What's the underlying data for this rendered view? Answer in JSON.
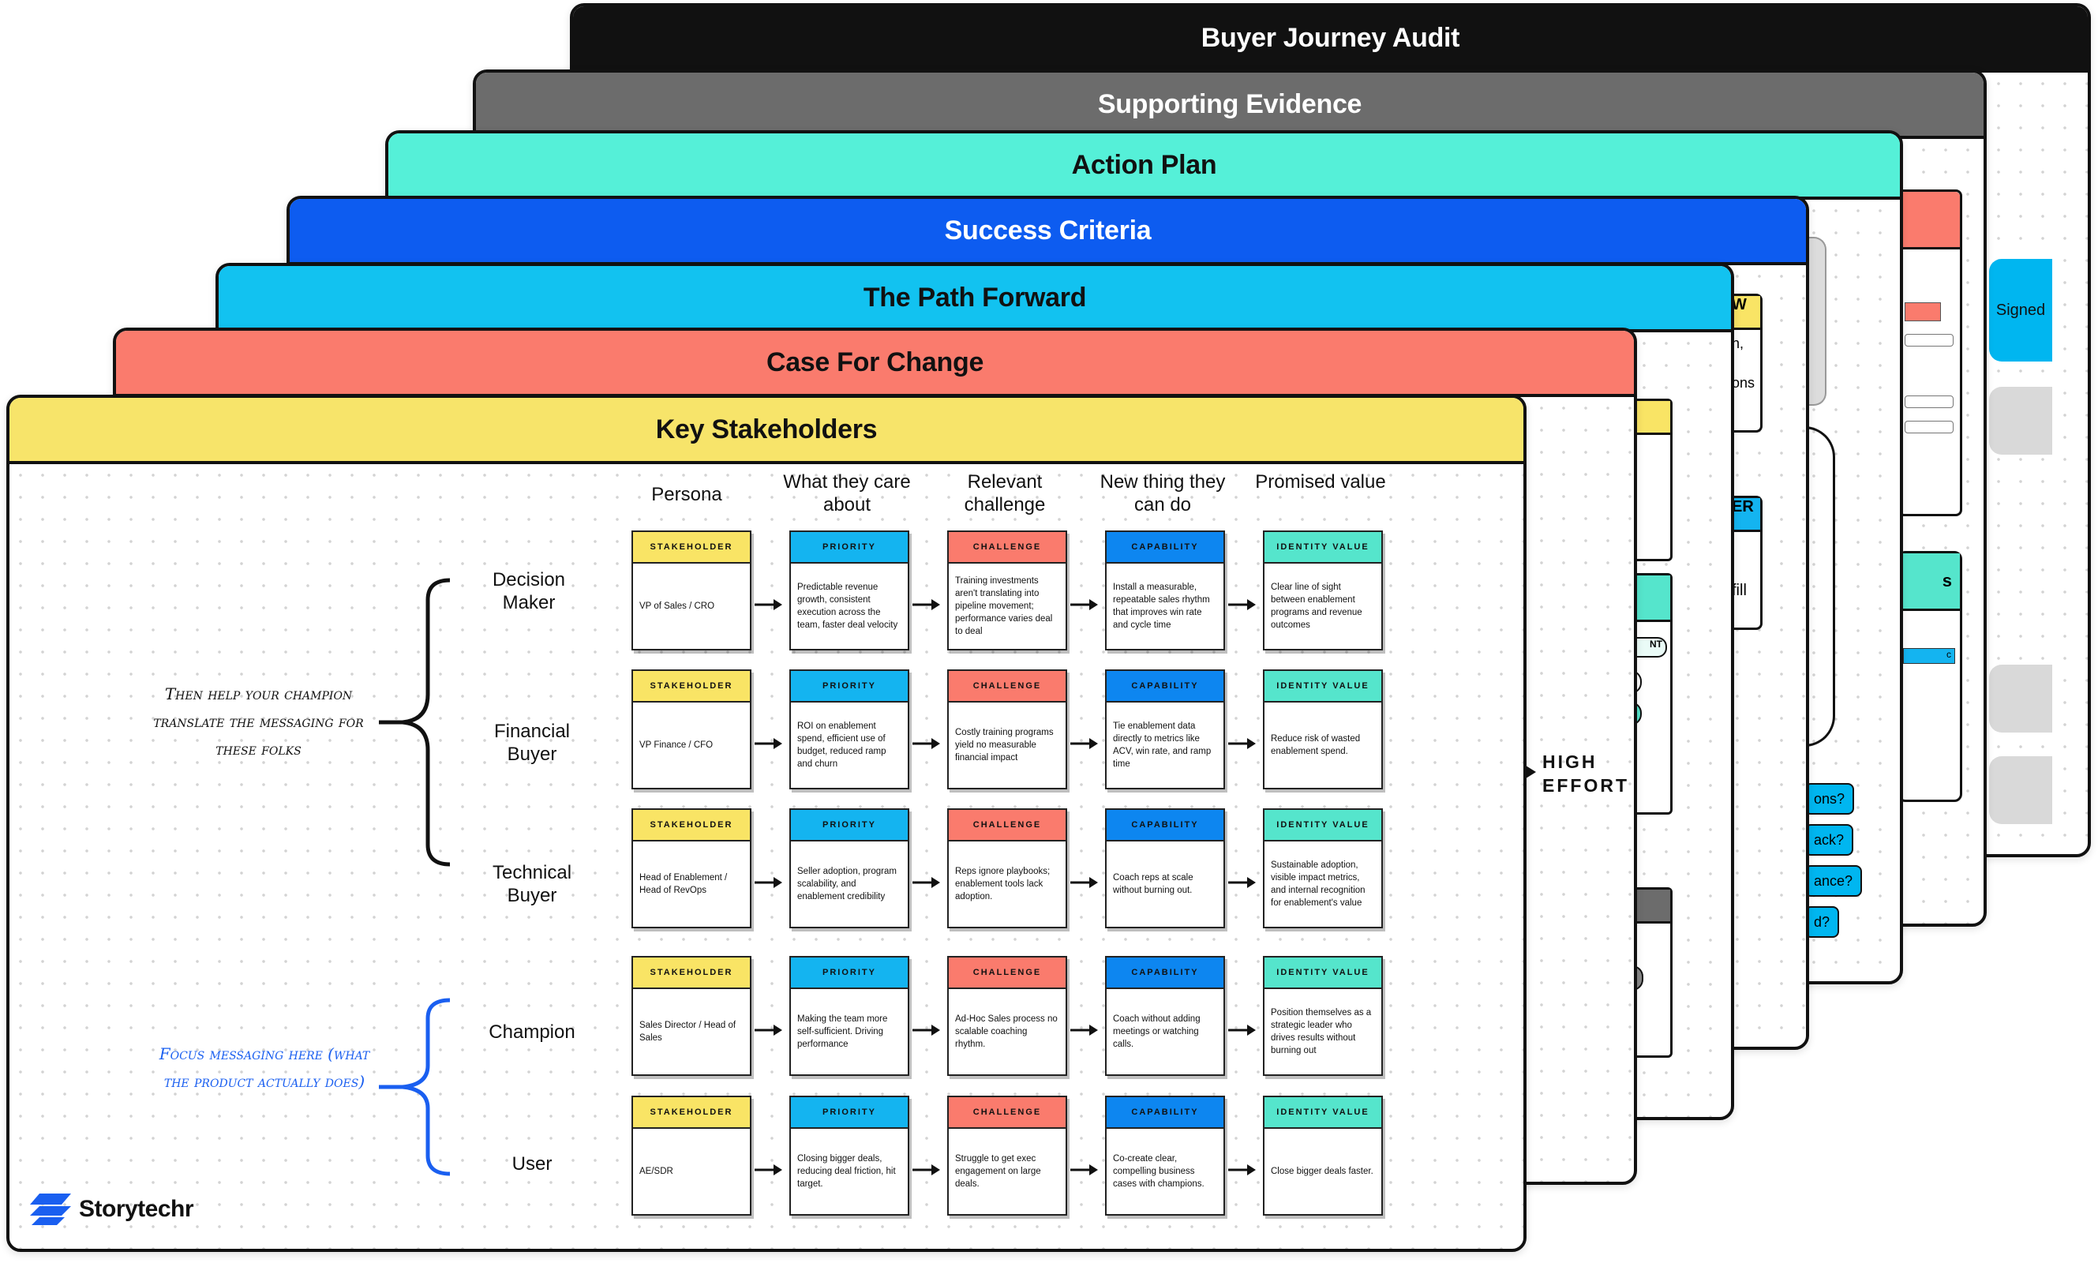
{
  "cards": {
    "buyer_journey": {
      "title": "Buyer Journey Audit",
      "color": "#111111",
      "text_color": "#ffffff"
    },
    "supporting_evidence": {
      "title": "Supporting Evidence",
      "color": "#6c6c6c",
      "text_color": "#ffffff"
    },
    "action_plan": {
      "title": "Action Plan",
      "color": "#55f0d8",
      "text_color": "#111111"
    },
    "success_criteria": {
      "title": "Success Criteria",
      "color": "#0d5cf0",
      "text_color": "#ffffff"
    },
    "path_forward": {
      "title": "The Path Forward",
      "color": "#12c2f0",
      "text_color": "#111111"
    },
    "case_for_change": {
      "title": "Case For Change",
      "color": "#fa7b6d",
      "text_color": "#111111"
    },
    "key_stakeholders": {
      "title": "Key Stakeholders",
      "color": "#f7e46a",
      "text_color": "#111111"
    }
  },
  "peek": {
    "signed": "Signed",
    "ons": "ons",
    "n": "n,",
    "w": "W",
    "er": "ER",
    "fill": "fill",
    "nt": "NT",
    "s": "s",
    "c": "c",
    "q1": "ons?",
    "q2": "ack?",
    "q3": "ance?",
    "q4": "d?"
  },
  "columns": [
    "Persona",
    "What they care about",
    "Relevant challenge",
    "New thing they can do",
    "Promised value"
  ],
  "tags": {
    "stakeholder": "STAKEHOLDER",
    "priority": "PRIORITY",
    "challenge": "CHALLENGE",
    "capability": "CAPABILITY",
    "identity": "IDENTITY VALUE"
  },
  "rows": [
    {
      "persona": "Decision Maker",
      "stakeholder": "VP of Sales / CRO",
      "priority": "Predictable revenue growth, consistent execution across the team, faster deal velocity",
      "challenge": "Training investments aren't translating into pipeline movement; performance varies deal to deal",
      "capability": "Install a measurable, repeatable sales rhythm that improves win rate and cycle time",
      "identity": "Clear line of sight between enablement programs and revenue outcomes"
    },
    {
      "persona": "Financial Buyer",
      "stakeholder": "VP Finance / CFO",
      "priority": "ROI on enablement spend, efficient use of budget, reduced ramp and churn",
      "challenge": "Costly training programs yield no measurable financial impact",
      "capability": "Tie enablement data directly to metrics like ACV, win rate, and ramp time",
      "identity": "Reduce risk of wasted enablement spend."
    },
    {
      "persona": "Technical Buyer",
      "stakeholder": "Head of Enablement / Head of RevOps",
      "priority": "Seller adoption, program scalability, and enablement credibility",
      "challenge": "Reps ignore playbooks; enablement tools lack adoption.",
      "capability": "Coach reps at scale without burning out.",
      "identity": "Sustainable adoption, visible impact metrics, and internal recognition for enablement's value"
    },
    {
      "persona": "Champion",
      "stakeholder": "Sales Director / Head of Sales",
      "priority": "Making the team more self-sufficient. Driving performance",
      "challenge": "Ad-Hoc Sales process no scalable coaching rhythm.",
      "capability": "Coach without adding meetings or watching calls.",
      "identity": "Position themselves as a strategic leader who drives results without burning out"
    },
    {
      "persona": "User",
      "stakeholder": "AE/SDR",
      "priority": "Closing bigger deals, reducing deal friction, hit target.",
      "challenge": "Struggle to get exec engagement on large deals.",
      "capability": "Co-create clear, compelling business cases with champions.",
      "identity": "Close bigger deals faster."
    }
  ],
  "notes": {
    "champion_translate": "Then help your champion translate the messaging for these folks",
    "focus": "Focus messaging here (what the product actually does)",
    "focus_color": "#1a5ff0"
  },
  "high_effort": "HIGH EFFORT",
  "logo": {
    "name": "Storytechr",
    "icon": "storytechr-logo-icon",
    "color": "#1a5ff0"
  }
}
